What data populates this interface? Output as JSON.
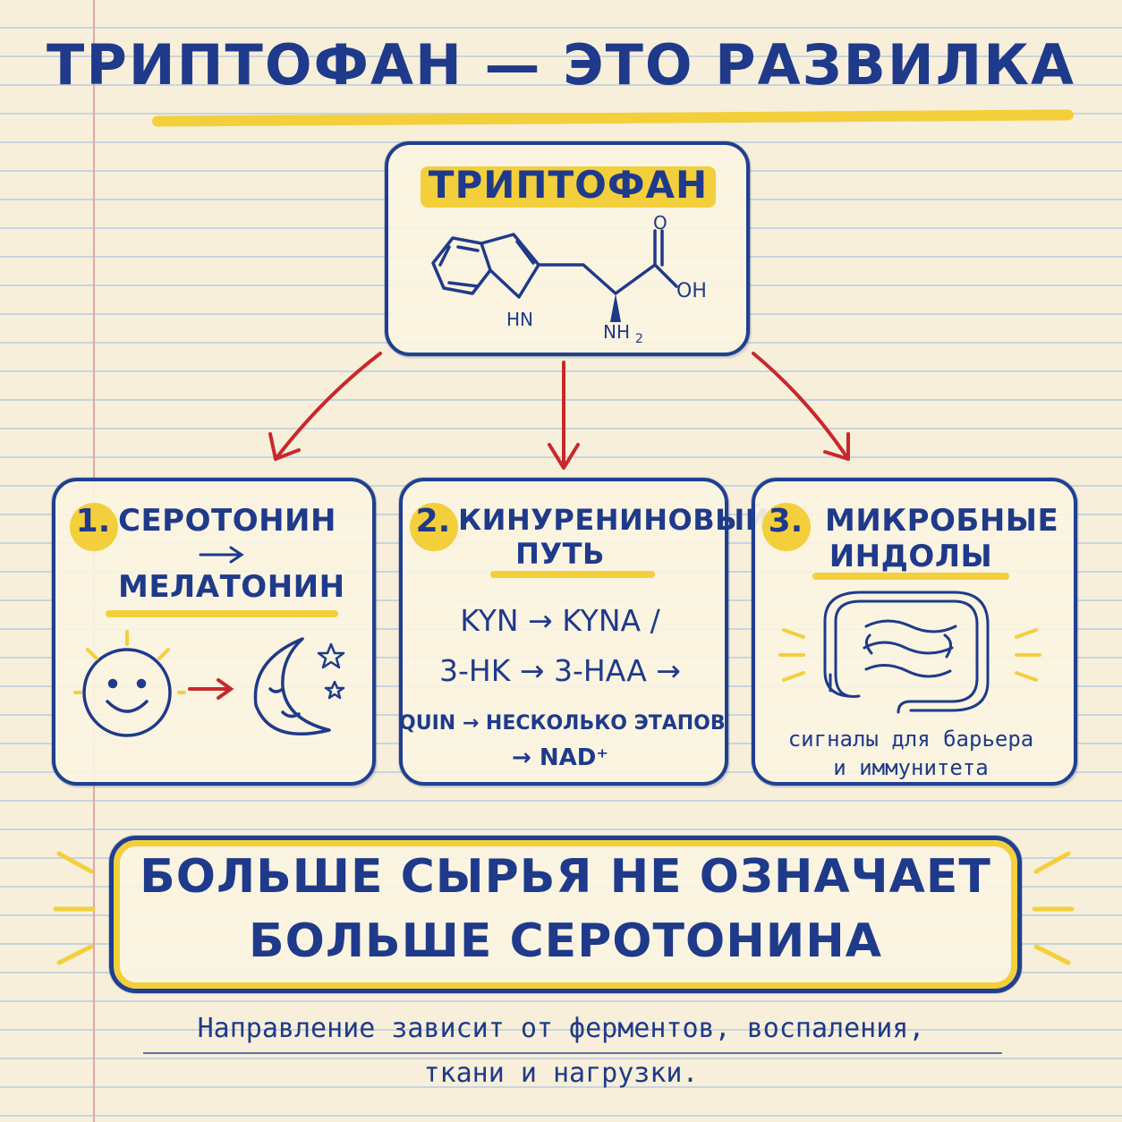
{
  "title": "ТРИПТОФАН — ЭТО РАЗВИЛКА",
  "top_box": {
    "label": "ТРИПТОФАН",
    "molecule": {
      "o_label": "O",
      "oh_label": "OH",
      "hn_label": "HN",
      "nh2_label": "NH",
      "nh2_sub": "2"
    }
  },
  "cards": [
    {
      "number": "1.",
      "title_line1": "СЕРОТОНИН",
      "title_line2": "МЕЛАТОНИН"
    },
    {
      "number": "2.",
      "title_line1": "КИНУРЕНИНОВЫЙ",
      "title_line2": "ПУТЬ",
      "formula_line1": "KYN → KYNA /",
      "formula_line2": "3-HK → 3-HAA →",
      "formula_line3": "QUIN → НЕСКОЛЬКО ЭТАПОВ",
      "formula_line4": "→ NAD⁺"
    },
    {
      "number": "3.",
      "title_line1": "МИКРОБНЫЕ",
      "title_line2": "ИНДОЛЫ",
      "caption_line1": "сигналы для барьера",
      "caption_line2": "и иммунитета"
    }
  ],
  "bottom": {
    "line1": "БОЛЬШЕ СЫРЬЯ НЕ ОЗНАЧАЕТ",
    "line2": "БОЛЬШЕ СЕРОТОНИНА"
  },
  "footer": {
    "line1": "Направление зависит от ферментов, воспаления,",
    "line2": "ткани и нагрузки."
  },
  "colors": {
    "ink": "#1f3a8a",
    "highlight": "#f3cf3c",
    "arrow": "#c8282d",
    "paper": "#f7efd9"
  },
  "icons": [
    "sun-face-icon",
    "moon-face-icon",
    "star-icon",
    "intestine-icon",
    "red-arrow-icon"
  ]
}
